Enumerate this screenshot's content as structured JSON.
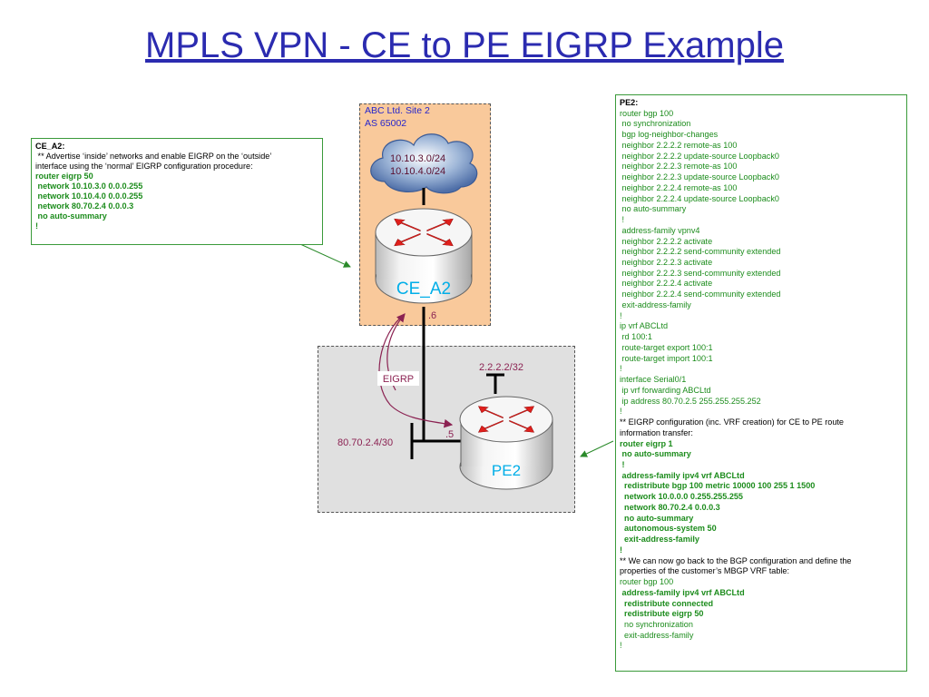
{
  "title": "MPLS VPN - CE to PE EIGRP Example",
  "site": {
    "name": "ABC Ltd. Site 2",
    "as": "AS 65002"
  },
  "cloud_networks": [
    "10.10.3.0/24",
    "10.10.4.0/24"
  ],
  "routers": {
    "ce": "CE_A2",
    "pe": "PE2"
  },
  "labels": {
    "eigrp": "EIGRP",
    "ce_if": ".6",
    "pe_if": ".5",
    "loopback": "2.2.2.2/32",
    "link_net": "80.70.2.4/30"
  },
  "ce_config": [
    {
      "t": "CE_A2:",
      "s": "hdr"
    },
    {
      "t": " ** Advertise ‘inside’ networks and enable EIGRP on the ‘outside’",
      "s": "cmt"
    },
    {
      "t": "interface using the ‘normal’ EIGRP configuration procedure:",
      "s": "cmt"
    },
    {
      "t": "router eigrp 50",
      "s": "cfgb"
    },
    {
      "t": " network 10.10.3.0 0.0.0.255",
      "s": "cfgb"
    },
    {
      "t": " network 10.10.4.0 0.0.0.255",
      "s": "cfgb"
    },
    {
      "t": " network 80.70.2.4 0.0.0.3",
      "s": "cfgb"
    },
    {
      "t": " no auto-summary",
      "s": "cfgb"
    },
    {
      "t": "!",
      "s": "cfgb"
    }
  ],
  "pe_config": [
    {
      "t": "PE2:",
      "s": "hdr"
    },
    {
      "t": "router bgp 100",
      "s": "cfg"
    },
    {
      "t": " no synchronization",
      "s": "cfg"
    },
    {
      "t": " bgp log-neighbor-changes",
      "s": "cfg"
    },
    {
      "t": " neighbor 2.2.2.2 remote-as 100",
      "s": "cfg"
    },
    {
      "t": " neighbor 2.2.2.2 update-source Loopback0",
      "s": "cfg"
    },
    {
      "t": " neighbor 2.2.2.3 remote-as 100",
      "s": "cfg"
    },
    {
      "t": " neighbor 2.2.2.3 update-source Loopback0",
      "s": "cfg"
    },
    {
      "t": " neighbor 2.2.2.4 remote-as 100",
      "s": "cfg"
    },
    {
      "t": " neighbor 2.2.2.4 update-source Loopback0",
      "s": "cfg"
    },
    {
      "t": " no auto-summary",
      "s": "cfg"
    },
    {
      "t": " !",
      "s": "cfg"
    },
    {
      "t": " address-family vpnv4",
      "s": "cfg"
    },
    {
      "t": " neighbor 2.2.2.2 activate",
      "s": "cfg"
    },
    {
      "t": " neighbor 2.2.2.2 send-community extended",
      "s": "cfg"
    },
    {
      "t": " neighbor 2.2.2.3 activate",
      "s": "cfg"
    },
    {
      "t": " neighbor 2.2.2.3 send-community extended",
      "s": "cfg"
    },
    {
      "t": " neighbor 2.2.2.4 activate",
      "s": "cfg"
    },
    {
      "t": " neighbor 2.2.2.4 send-community extended",
      "s": "cfg"
    },
    {
      "t": " exit-address-family",
      "s": "cfg"
    },
    {
      "t": "!",
      "s": "cfg"
    },
    {
      "t": "ip vrf ABCLtd",
      "s": "cfg"
    },
    {
      "t": " rd 100:1",
      "s": "cfg"
    },
    {
      "t": " route-target export 100:1",
      "s": "cfg"
    },
    {
      "t": " route-target import 100:1",
      "s": "cfg"
    },
    {
      "t": "!",
      "s": "cfg"
    },
    {
      "t": "interface Serial0/1",
      "s": "cfg"
    },
    {
      "t": " ip vrf forwarding ABCLtd",
      "s": "cfg"
    },
    {
      "t": " ip address 80.70.2.5 255.255.255.252",
      "s": "cfg"
    },
    {
      "t": "!",
      "s": "cfg"
    },
    {
      "t": "** EIGRP configuration (inc. VRF creation) for CE to PE route",
      "s": "cmt"
    },
    {
      "t": "information transfer:",
      "s": "cmt"
    },
    {
      "t": "router eigrp 1",
      "s": "cfgb"
    },
    {
      "t": " no auto-summary",
      "s": "cfgb"
    },
    {
      "t": " !",
      "s": "cfgb"
    },
    {
      "t": " address-family ipv4 vrf ABCLtd",
      "s": "cfgb"
    },
    {
      "t": "  redistribute bgp 100 metric 10000 100 255 1 1500",
      "s": "cfgb"
    },
    {
      "t": "  network 10.0.0.0 0.255.255.255",
      "s": "cfgb"
    },
    {
      "t": "  network 80.70.2.4 0.0.0.3",
      "s": "cfgb"
    },
    {
      "t": "  no auto-summary",
      "s": "cfgb"
    },
    {
      "t": "  autonomous-system 50",
      "s": "cfgb"
    },
    {
      "t": "  exit-address-family",
      "s": "cfgb"
    },
    {
      "t": "!",
      "s": "cfgb"
    },
    {
      "t": "** We can now go back to the BGP configuration and define the",
      "s": "cmt"
    },
    {
      "t": "properties of the customer’s MBGP VRF table:",
      "s": "cmt"
    },
    {
      "t": "router bgp 100",
      "s": "cfg"
    },
    {
      "t": " address-family ipv4 vrf ABCLtd",
      "s": "cfgb"
    },
    {
      "t": "  redistribute connected",
      "s": "cfgb"
    },
    {
      "t": "  redistribute eigrp 50",
      "s": "cfgb"
    },
    {
      "t": "  no synchronization",
      "s": "cfg"
    },
    {
      "t": "  exit-address-family",
      "s": "cfg"
    },
    {
      "t": "!",
      "s": "cfg"
    }
  ],
  "colors": {
    "title": "#2b2bb0",
    "config_green": "#1c8c1c",
    "site_zone": "#f9c99b",
    "core_zone": "#e0e0e0",
    "router_arrow": "#e0201c",
    "label_maroon": "#8b2252",
    "router_label": "#00aee8"
  }
}
